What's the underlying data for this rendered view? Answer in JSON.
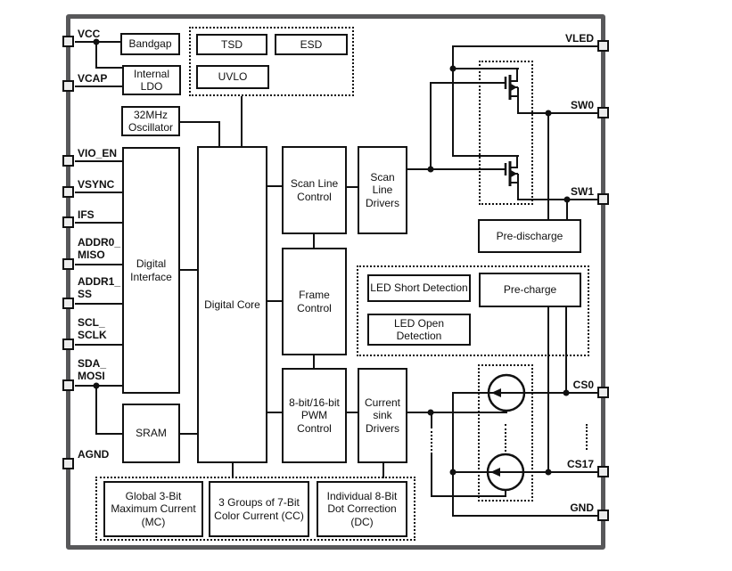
{
  "diagram": {
    "pins_left": [
      "VCC",
      "VCAP",
      "VIO_EN",
      "VSYNC",
      "IFS",
      "ADDR0_\nMISO",
      "ADDR1_\nSS",
      "SCL_\nSCLK",
      "SDA_\nMOSI",
      "AGND"
    ],
    "pins_right": [
      "VLED",
      "SW0",
      "SW1",
      "CS0",
      "CS17",
      "GND"
    ],
    "blocks": {
      "bandgap": "Bandgap",
      "internal_ldo": "Internal LDO",
      "oscillator": "32MHz Oscillator",
      "tsd": "TSD",
      "esd": "ESD",
      "uvlo": "UVLO",
      "digital_interface": "Digital Interface",
      "digital_core": "Digital Core",
      "sram": "SRAM",
      "scan_line_control": "Scan Line Control",
      "scan_line_drivers": "Scan Line Drivers",
      "frame_control": "Frame Control",
      "pwm_control": "8-bit/16-bit PWM Control",
      "current_sink_drivers": "Current sink Drivers",
      "pre_discharge": "Pre-discharge",
      "led_short_detection": "LED Short Detection",
      "pre_charge": "Pre-charge",
      "led_open_detection": "LED Open Detection",
      "max_current": "Global 3-Bit Maximum Current (MC)",
      "color_current": "3 Groups of 7-Bit Color Current (CC)",
      "dot_correction": "Individual 8-Bit Dot Correction (DC)"
    },
    "colors": {
      "line": "#111111",
      "chip_border": "#58585a",
      "pin_fill": "#ececec",
      "background": "#ffffff"
    }
  }
}
